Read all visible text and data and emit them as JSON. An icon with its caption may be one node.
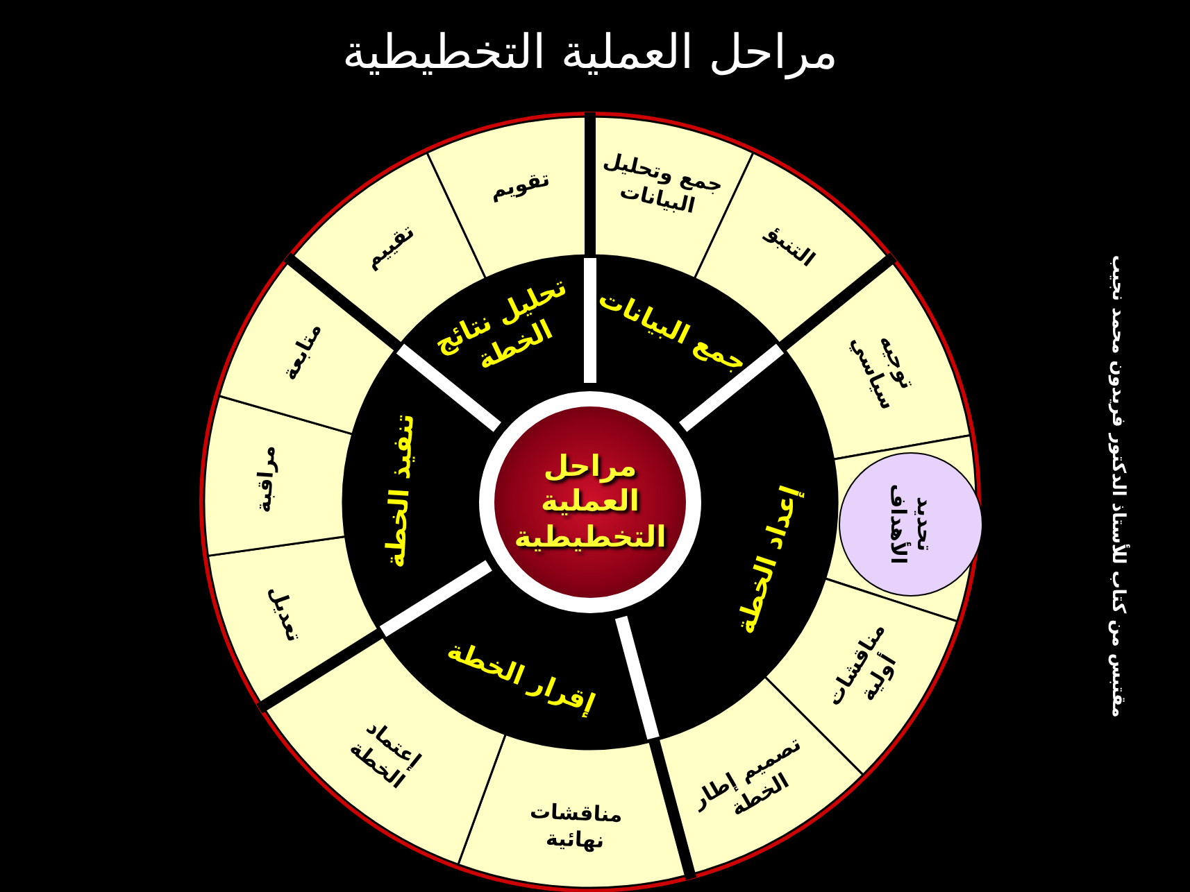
{
  "diagram": {
    "title": "مراحل العملية التخطيطية",
    "nodes": [
      {
        "text": [
          "مراحل العملية التخطيطية"
        ]
      },
      {
        "text": [
          "جمع البيانات"
        ]
      },
      {
        "text": [
          "إعداد الخطة"
        ]
      },
      {
        "text": [
          "إقرار الخطة"
        ]
      },
      {
        "text": [
          "تنفيذ الخطة"
        ]
      },
      {
        "text": [
          "تحليل نتائج الخطة"
        ]
      },
      {
        "text": [
          "جمع وتحليل البيانات"
        ]
      },
      {
        "text": [
          "التنبؤ"
        ]
      },
      {
        "text": [
          "توجيه سياسي"
        ]
      },
      {
        "text": [
          "تحديد الأهداف"
        ]
      },
      {
        "text": [
          "مناقشات أولية"
        ]
      },
      {
        "text": [
          "تصميم إطار الخطة"
        ]
      },
      {
        "text": [
          "مناقشات نهائية"
        ]
      },
      {
        "text": [
          "إعتماد الخطة"
        ]
      },
      {
        "text": [
          "تعديل"
        ]
      },
      {
        "text": [
          "مراقبة"
        ]
      },
      {
        "text": [
          "متابعة"
        ]
      },
      {
        "text": [
          "تقييم"
        ]
      },
      {
        "text": [
          "تقويم"
        ]
      }
    ],
    "labels": [
      "مقتبس من كتاب للأستاذ الدكتور فريدون محمد نجيب"
    ]
  }
}
